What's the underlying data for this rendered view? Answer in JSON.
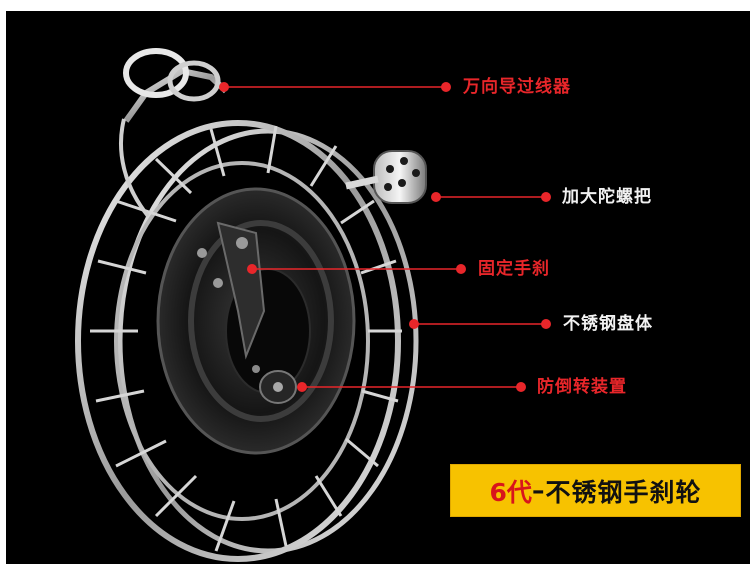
{
  "callouts": [
    {
      "label": "万向导过线器"
    },
    {
      "label": "加大陀螺把"
    },
    {
      "label": "固定手刹"
    },
    {
      "label": "不锈钢盘体"
    },
    {
      "label": "防倒转装置"
    }
  ],
  "banner": {
    "accent": "6代",
    "dash": "–",
    "text": "不锈钢手刹轮"
  },
  "colors": {
    "background": "#000000",
    "marker_red": "#e8262a",
    "banner_yellow": "#f7c200"
  }
}
